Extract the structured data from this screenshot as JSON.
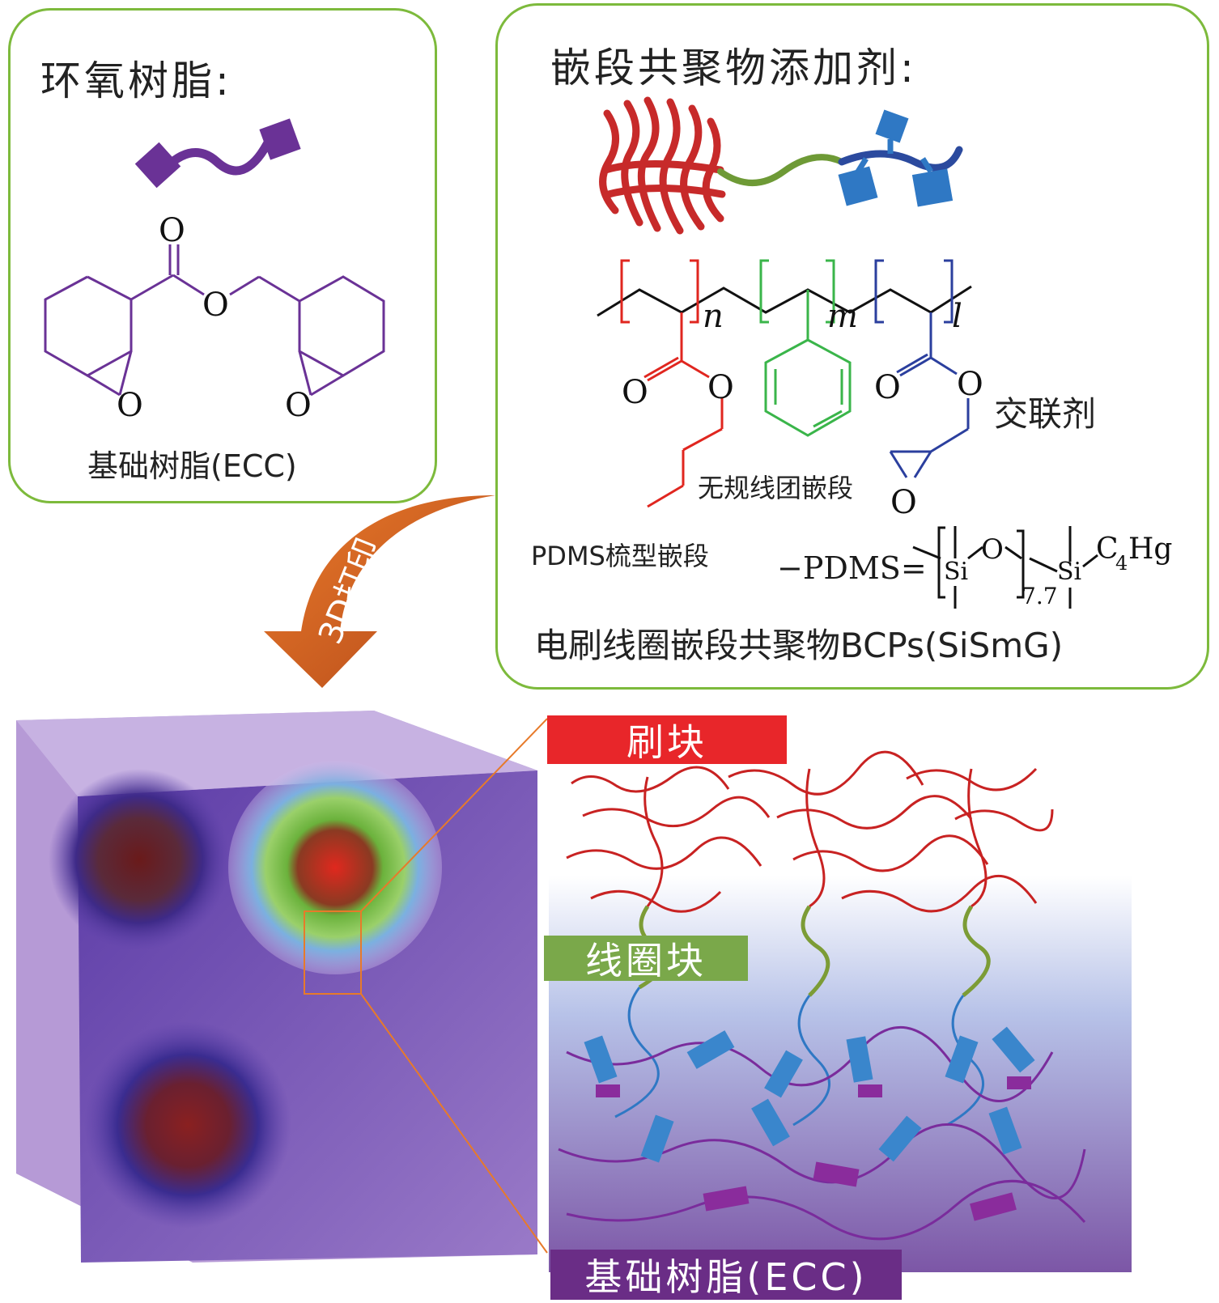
{
  "left_panel": {
    "title": "环氧树脂:",
    "atom_o_top": "O",
    "atom_o_ester": "O",
    "atom_o_left_epoxide": "O",
    "atom_o_right_epoxide": "O",
    "caption": "基础树脂(ECC)"
  },
  "right_panel": {
    "title": "嵌段共聚物添加剂:",
    "sub_n": "n",
    "sub_m": "m",
    "sub_l": "l",
    "atom_o1": "O",
    "atom_o2": "O",
    "atom_o3": "O",
    "atom_o4": "O",
    "atom_o_epoxide": "O",
    "crosslinker_label": "交联剂",
    "random_block_label": "无规线团嵌段",
    "pdms_comb_label": "PDMS梳型嵌段",
    "pdms_def": "−PDMS=",
    "si1": "Si",
    "si_o": "O",
    "si2": "Si",
    "c4": "C",
    "c4_sub": "4",
    "hg": "Hg",
    "repeat_sub": "7.7",
    "caption": "电刷线圈嵌段共聚物BCPs(SiSmG)"
  },
  "arrow": {
    "label": "3D打印"
  },
  "bottom": {
    "brush_block": "刷块",
    "coil_block": "线圈块",
    "base_resin": "基础树脂(ECC)"
  },
  "colors": {
    "panel_border": "#7dba3c",
    "epoxy_purple": "#6a3296",
    "brush_red": "#d8282a",
    "coil_green": "#7a9f3a",
    "crosslink_blue": "#2f78c4",
    "arrow_orange": "#d8651e",
    "banner_red": "#e8262a",
    "banner_green": "#7aa84a",
    "banner_purple": "#6a2d86"
  }
}
